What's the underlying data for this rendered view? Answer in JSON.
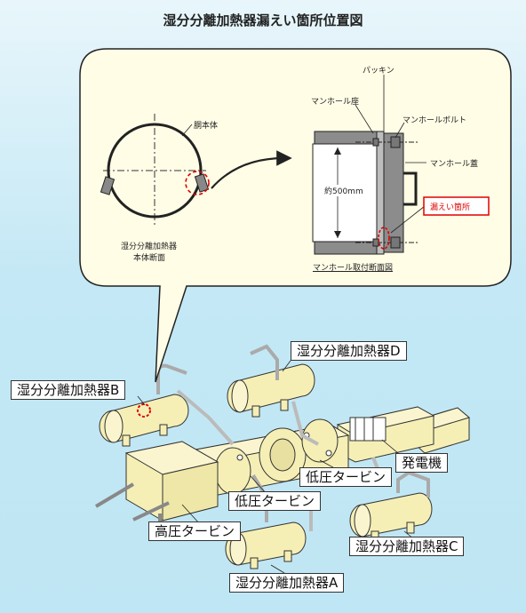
{
  "title": "湿分分離加熱器漏えい箇所位置図",
  "inset": {
    "body_label": "胴本体",
    "section_caption_line1": "湿分分離加熱器",
    "section_caption_line2": "本体断面",
    "gasket": "パッキン",
    "manhole_seat": "マンホール座",
    "manhole_bolt": "マンホールボルト",
    "manhole_cover": "マンホール蓋",
    "dimension": "約500mm",
    "leak_location": "漏えい箇所",
    "detail_caption": "マンホール取付断面図"
  },
  "plant": {
    "msr_a": "湿分分離加熱器A",
    "msr_b": "湿分分離加熱器B",
    "msr_c": "湿分分離加熱器C",
    "msr_d": "湿分分離加熱器D",
    "generator": "発電機",
    "lp_turbine_1": "低圧タービン",
    "lp_turbine_2": "低圧タービン",
    "hp_turbine": "高圧タービン"
  },
  "colors": {
    "equipment_fill": "#f5efb6",
    "equipment_stroke": "#333333",
    "leak_marker": "#e00000",
    "bubble_fill": "#fffde6",
    "manhole_gray": "#8c8c8c"
  }
}
